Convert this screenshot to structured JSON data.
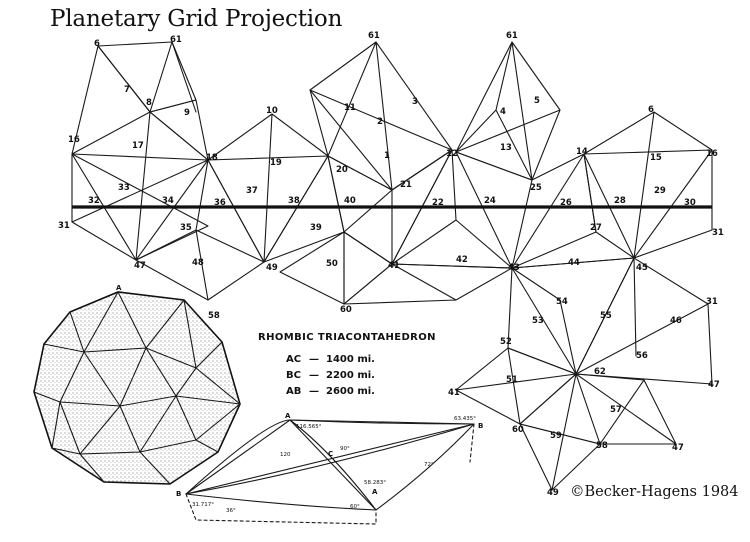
{
  "title": "Planetary Grid Projection",
  "credit": "©Becker-Hagens 1984",
  "rhombic": {
    "title": "RHOMBIC TRIACONTAHEDRON",
    "rows": [
      {
        "label": "AC",
        "value": "1400 mi."
      },
      {
        "label": "BC",
        "value": "2200 mi."
      },
      {
        "label": "AB",
        "value": "2600 mi."
      }
    ]
  },
  "grid_labels": [
    "6",
    "61",
    "7",
    "8",
    "9",
    "16",
    "17",
    "18",
    "10",
    "19",
    "20",
    "61",
    "11",
    "2",
    "3",
    "1",
    "21",
    "12",
    "13",
    "61",
    "4",
    "5",
    "14",
    "6",
    "15",
    "16",
    "31",
    "32",
    "33",
    "34",
    "35",
    "36",
    "37",
    "38",
    "39",
    "40",
    "22",
    "24",
    "25",
    "26",
    "27",
    "28",
    "29",
    "30",
    "31",
    "47",
    "48",
    "49",
    "58",
    "50",
    "41",
    "60",
    "42",
    "43",
    "44",
    "45",
    "54",
    "53",
    "55",
    "46",
    "31",
    "52",
    "56",
    "51",
    "62",
    "47",
    "41",
    "60",
    "59",
    "57",
    "58",
    "47",
    "49"
  ],
  "spherical": {
    "vertices": [
      "A",
      "B",
      "C",
      "B",
      "A"
    ],
    "angles": [
      "116.565°",
      "63.435°",
      "120",
      "90°",
      "58.283°",
      "72°",
      "31.717°",
      "36°",
      "60°"
    ]
  }
}
